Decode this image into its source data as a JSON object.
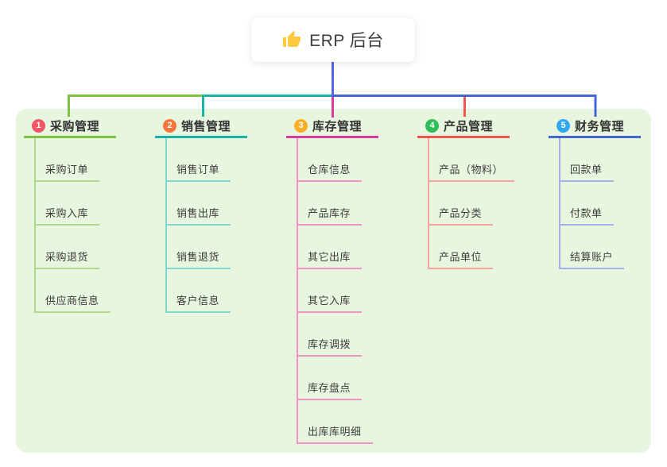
{
  "canvas": {
    "background": "#ffffff",
    "panel_background": "#e8f6df"
  },
  "root": {
    "label": "ERP 后台",
    "icon": "thumbs-up-icon",
    "icon_color": "#FFC83D"
  },
  "connectors": {
    "root_line": "#5865DC"
  },
  "branches": [
    {
      "index": "1",
      "title": "采购管理",
      "badge_color": "#F25665",
      "line_color": "#7FC241",
      "child_line_color": "#AED98F",
      "children": [
        "采购订单",
        "采购入库",
        "采购退货",
        "供应商信息"
      ]
    },
    {
      "index": "2",
      "title": "销售管理",
      "badge_color": "#F4763B",
      "line_color": "#16B3A6",
      "child_line_color": "#82D7CE",
      "children": [
        "销售订单",
        "销售出库",
        "销售退货",
        "客户信息"
      ]
    },
    {
      "index": "3",
      "title": "库存管理",
      "badge_color": "#FAAD27",
      "line_color": "#D93C9C",
      "child_line_color": "#F092C6",
      "children": [
        "仓库信息",
        "产品库存",
        "其它出库",
        "其它入库",
        "库存调拨",
        "库存盘点",
        "出库库明细"
      ]
    },
    {
      "index": "4",
      "title": "产品管理",
      "badge_color": "#2EBD59",
      "line_color": "#F4534E",
      "child_line_color": "#F9A29F",
      "children": [
        "产品（物料）",
        "产品分类",
        "产品单位"
      ]
    },
    {
      "index": "5",
      "title": "财务管理",
      "badge_color": "#30A8F0",
      "line_color": "#4365D6",
      "child_line_color": "#A3B3EA",
      "children": [
        "回款单",
        "付款单",
        "结算账户"
      ]
    }
  ]
}
